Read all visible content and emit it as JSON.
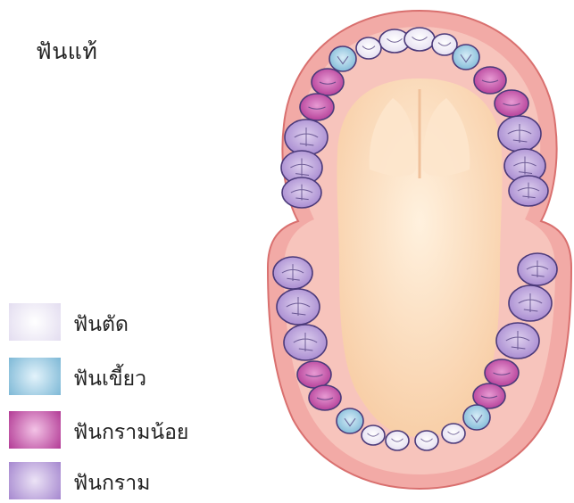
{
  "title": "ฟันแท้",
  "legend": [
    {
      "label": "ฟันตัด",
      "color": "#e9e4f4"
    },
    {
      "label": "ฟันเขี้ยว",
      "color": "#8fc6df"
    },
    {
      "label": "ฟันกรามน้อย",
      "color": "#c847a8"
    },
    {
      "label": "ฟันกราม",
      "color": "#b79ad8"
    }
  ],
  "colors": {
    "gum": "#f2aaa6",
    "gum_inner": "#f7c8bf",
    "gum_outline": "#d9706f",
    "palate": "#fbd9b8",
    "palate_light": "#fde8d0",
    "tooth_outline": "#4b3a7a"
  }
}
